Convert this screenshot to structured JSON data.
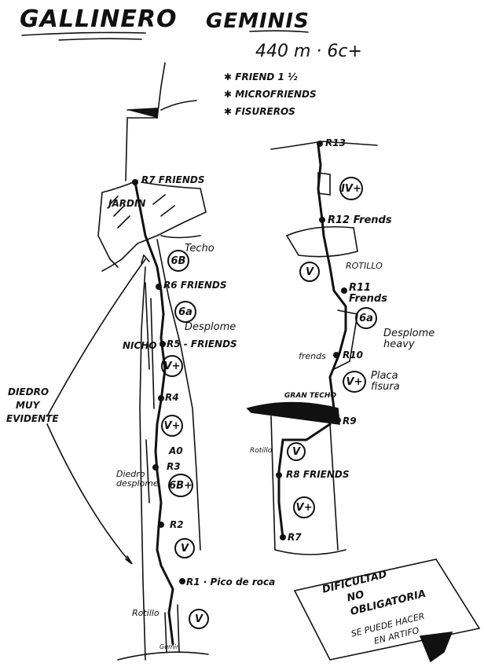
{
  "header": {
    "title": "GALLINERO",
    "route_name": "GEMINIS",
    "length_grade": "440 m · 6c+"
  },
  "gear": [
    {
      "bullet": "✱",
      "text": "FRIEND 1 ½"
    },
    {
      "bullet": "✱",
      "text": "MICROFRIENDS"
    },
    {
      "bullet": "✱",
      "text": "FISUREROS"
    }
  ],
  "left_topo": {
    "belays": [
      "R7 FRIENDS",
      "R6 FRIENDS",
      "R5 - FRIENDS",
      "R4",
      "R3",
      "R2",
      "R1 · Pico de roca"
    ],
    "features": [
      "JARDIN",
      "Techo",
      "Desplome",
      "NICHO",
      "Diedro desplome",
      "A0",
      "Rotillo",
      "Gemin"
    ],
    "grades": [
      "6B",
      "6a",
      "V+",
      "V+",
      "6B+",
      "V",
      "V"
    ]
  },
  "right_topo": {
    "belays": [
      "R13",
      "R12 Frends",
      "R11 Frends",
      "R10",
      "R9",
      "R8 FRIENDS",
      "R7"
    ],
    "features": [
      "ROTILLO",
      "Desplome heavy",
      "frends",
      "Placa fisura",
      "GRAN TECHO",
      "Rotillo"
    ],
    "grades": [
      "IV+",
      "V",
      "6a",
      "V+",
      "V",
      "V+"
    ]
  },
  "side_note": {
    "lines": [
      "DIEDRO",
      "MUY",
      "EVIDENTE"
    ]
  },
  "box_note": {
    "lines": [
      "DIFICULTAD",
      "NO",
      "OBLIGATORIA",
      "SE PUEDE HACER",
      "EN ARTIFO"
    ]
  }
}
